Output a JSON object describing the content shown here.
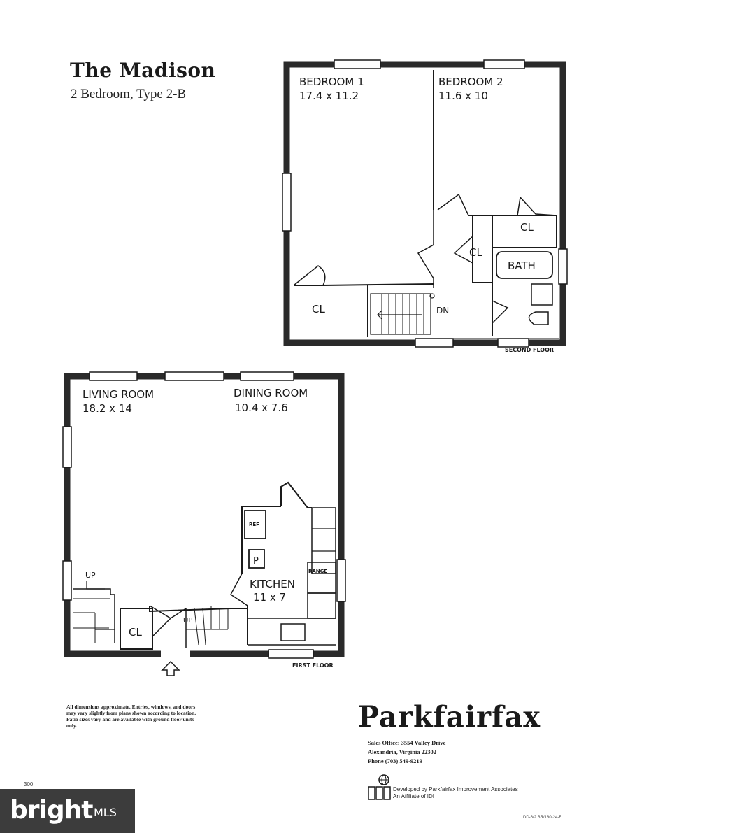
{
  "header": {
    "title": "The Madison",
    "subtitle": "2 Bedroom, Type 2-B"
  },
  "second_floor": {
    "floor_label": "SECOND FLOOR",
    "rooms": [
      {
        "name": "BEDROOM 1",
        "dims": "17.4 x 11.2"
      },
      {
        "name": "BEDROOM 2",
        "dims": "11.6 x 10"
      }
    ],
    "labels": {
      "closet_a": "CL",
      "closet_b": "CL",
      "closet_c": "CL",
      "bath": "BATH",
      "stairs_down": "DN"
    }
  },
  "first_floor": {
    "floor_label": "FIRST FLOOR",
    "rooms": [
      {
        "name": "LIVING ROOM",
        "dims": "18.2 x 14"
      },
      {
        "name": "DINING ROOM",
        "dims": "10.4 x 7.6"
      },
      {
        "name": "KITCHEN",
        "dims": "11 x 7"
      }
    ],
    "labels": {
      "ref": "REF",
      "pantry": "P",
      "range": "RANGE",
      "closet": "CL",
      "stairs_up_a": "UP",
      "stairs_up_b": "UP"
    }
  },
  "footer": {
    "disclaimer": "All dimensions approximate. Entries, windows, and doors may vary slightly from plans shown according to location. Patio sizes vary and are available with ground floor units only.",
    "brand": "Parkfairfax",
    "sales_office": "Sales Office: 3554 Valley Drive",
    "city": "Alexandria, Virginia 22302",
    "phone": "Phone (703) 549-9219",
    "developer_line1": "Developed by Parkfairfax Improvement Associates",
    "developer_line2": "An Affiliate of IDI",
    "code": "DD-6/2 BR/180-24-E",
    "page_number": "300"
  },
  "watermark": {
    "brand": "bright",
    "suffix": "MLS"
  }
}
